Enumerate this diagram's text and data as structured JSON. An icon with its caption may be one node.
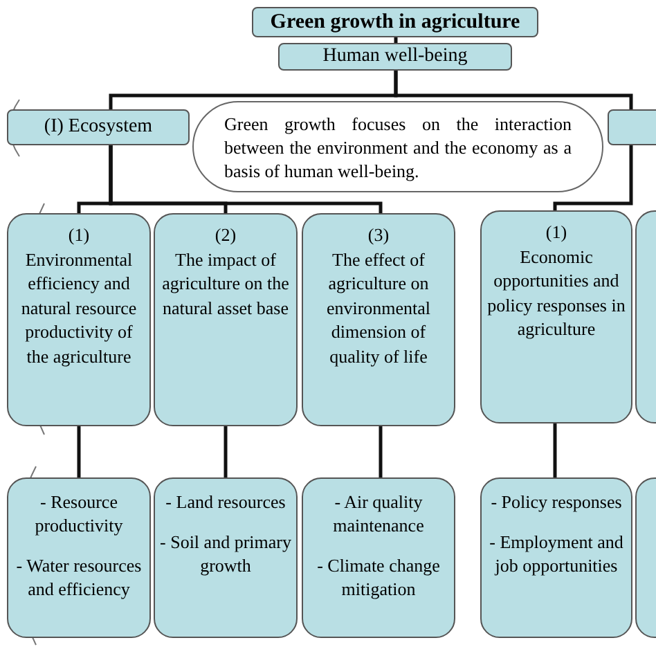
{
  "diagram": {
    "nodes": [
      {
        "text": [
          "Green growth in agriculture"
        ]
      },
      {
        "text": [
          "Human well-being"
        ]
      },
      {
        "text": [
          "(I) Ecosystem"
        ]
      },
      {
        "text": [
          "Green growth focuses on the interaction between the environment and the economy as a basis of human well-being."
        ]
      },
      {
        "text": [],
        "shape": "box"
      },
      {
        "text": [
          "(1)",
          "Environmental efficiency and natural resource productivity of the agriculture"
        ]
      },
      {
        "text": [
          "(2)",
          "The impact of agriculture on the natural asset base"
        ]
      },
      {
        "text": [
          "(3)",
          "The effect of agriculture on environmental dimension of quality of life"
        ]
      },
      {
        "text": [
          "(1)",
          "Economic opportunities and policy responses in agriculture"
        ]
      },
      {
        "text": [],
        "shape": "box"
      },
      {
        "text": [
          "- Resource productivity",
          "- Water resources and efficiency"
        ]
      },
      {
        "text": [
          "- Land resources",
          "- Soil and primary growth"
        ]
      },
      {
        "text": [
          "- Air quality maintenance",
          "- Climate change mitigation"
        ]
      },
      {
        "text": [
          "- Policy responses",
          "- Employment and job opportunities"
        ]
      },
      {
        "text": [],
        "shape": "box"
      }
    ],
    "edges": [
      {
        "from": 0,
        "to": 1,
        "arrow": "none"
      },
      {
        "from": 1,
        "to": 2,
        "arrow": "none"
      },
      {
        "from": 1,
        "to": 4,
        "arrow": "none"
      },
      {
        "from": 2,
        "to": 5,
        "arrow": "none"
      },
      {
        "from": 2,
        "to": 6,
        "arrow": "none"
      },
      {
        "from": 2,
        "to": 7,
        "arrow": "none"
      },
      {
        "from": 4,
        "to": 8,
        "arrow": "none"
      },
      {
        "from": 5,
        "to": 10,
        "arrow": "none"
      },
      {
        "from": 6,
        "to": 11,
        "arrow": "none"
      },
      {
        "from": 7,
        "to": 12,
        "arrow": "none"
      },
      {
        "from": 8,
        "to": 13,
        "arrow": "none"
      }
    ]
  }
}
